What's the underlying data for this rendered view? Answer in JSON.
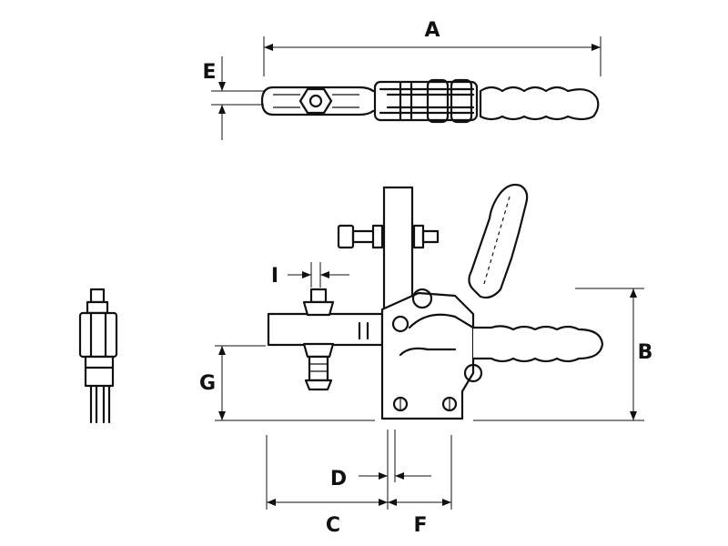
{
  "labels": {
    "A": "A",
    "B": "B",
    "C": "C",
    "D": "D",
    "E": "E",
    "F": "F",
    "G": "G",
    "I": "I"
  },
  "colors": {
    "ink": "#111111",
    "background": "#ffffff"
  }
}
